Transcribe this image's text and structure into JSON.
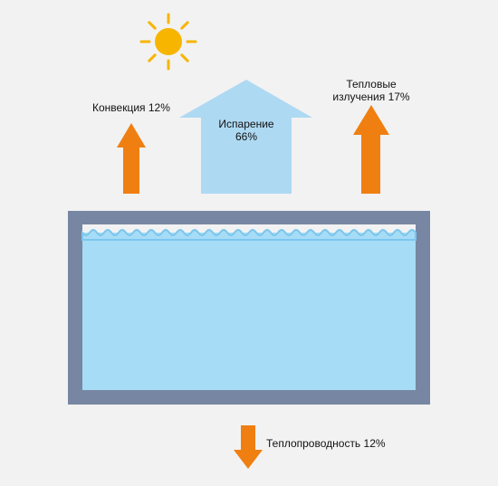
{
  "colors": {
    "background": "#f2f2f2",
    "sun": "#f7b500",
    "arrow_orange": "#f07f12",
    "evaporation_arrow": "#aed9f3",
    "water": "#a6dcf6",
    "wave": "#7cc6ee",
    "pool_wall": "#7786a2"
  },
  "labels": {
    "convection": "Конвекция 12%",
    "evaporation_line1": "Испарение",
    "evaporation_line2": "66%",
    "radiation_line1": "Тепловые",
    "radiation_line2": "излучения 17%",
    "conduction": "Теплопроводность 12%"
  },
  "icons": {
    "sun": "sun-icon"
  }
}
